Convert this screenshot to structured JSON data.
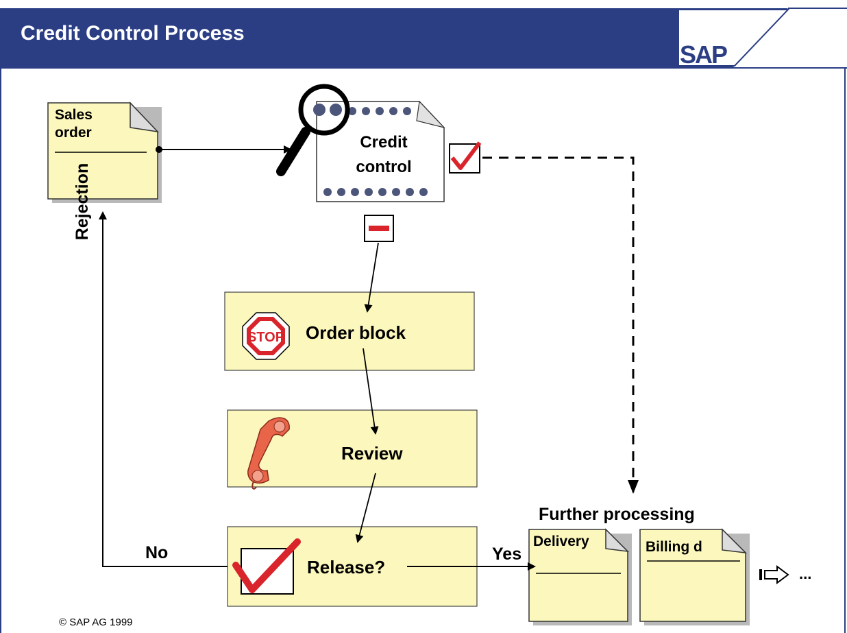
{
  "header": {
    "title": "Credit Control Process",
    "logo_text": "SAP",
    "bar_color": "#2b3e84"
  },
  "nodes": {
    "sales_order": {
      "line1": "Sales",
      "line2": "order"
    },
    "credit_control": {
      "line1": "Credit",
      "line2": "control"
    },
    "order_block": {
      "label": "Order block",
      "stop_sign_text": "STOP"
    },
    "review": {
      "label": "Review"
    },
    "release": {
      "label": "Release?"
    },
    "further_processing": {
      "label": "Further processing"
    },
    "delivery": {
      "label": "Delivery"
    },
    "billing": {
      "label": "Billing d"
    },
    "continuation": {
      "label": "..."
    }
  },
  "edges": {
    "rejection": "Rejection",
    "no": "No",
    "yes": "Yes"
  },
  "icons": [
    "magnifier-icon",
    "check-icon",
    "minus-icon",
    "stop-sign-icon",
    "telephone-icon",
    "checkbox-icon",
    "arrow-right-icon"
  ],
  "colors": {
    "box_fill": "#fbf7bd",
    "check_red": "#d9242b",
    "stop_red": "#d9242b",
    "phone_red": "#e8654a",
    "dots": "#4b567a"
  },
  "footer": {
    "copyright": "© SAP AG 1999"
  }
}
